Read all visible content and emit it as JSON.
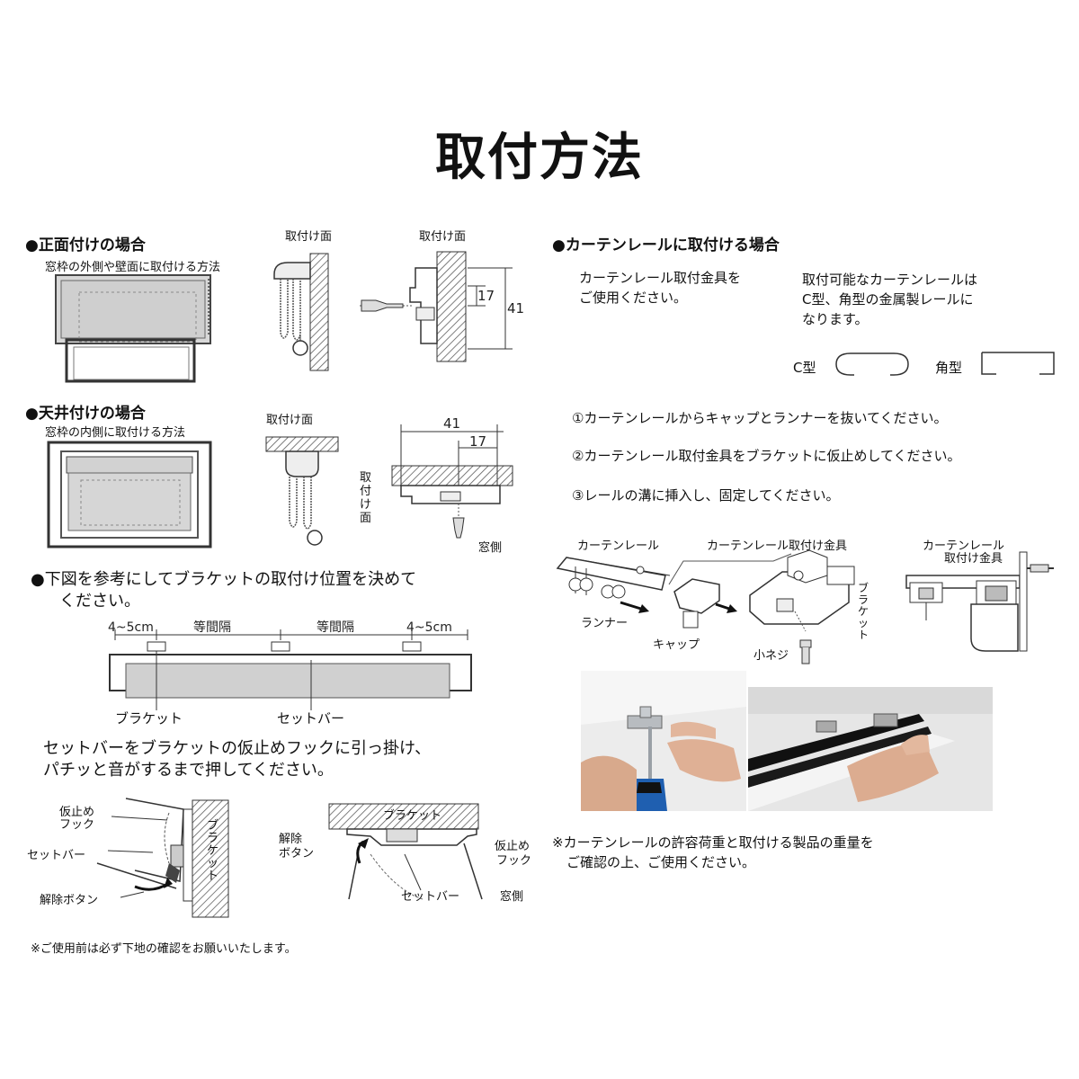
{
  "title": "取付方法",
  "front": {
    "heading": "●正面付けの場合",
    "sub": "窓枠の外側や壁面に取付ける方法",
    "surface_label_a": "取付け面",
    "surface_label_b": "取付け面",
    "dim_17": "17",
    "dim_41": "41"
  },
  "ceiling": {
    "heading": "●天井付けの場合",
    "sub": "窓枠の内側に取付ける方法",
    "surface_label": "取付け面",
    "vertical_label": "取付け面",
    "dim_41": "41",
    "dim_17": "17",
    "window_side": "窓側"
  },
  "bracket_pos": {
    "heading_line1": "●下図を参考にしてブラケットの取付け位置を決めて",
    "heading_line2": "ください。",
    "margin_left": "4~5cm",
    "equal_1": "等間隔",
    "equal_2": "等間隔",
    "margin_right": "4~5cm",
    "bracket_label": "ブラケット",
    "setbar_label": "セットバー"
  },
  "setbar": {
    "line1": "セットバーをブラケットの仮止めフックに引っ掛け、",
    "line2": "パチッと音がするまで押してください。",
    "hook_a": "仮止め",
    "hook_b": "フック",
    "setbar": "セットバー",
    "release": "解除ボタン",
    "bracket_v": "ブラケット",
    "r_release_a": "解除",
    "r_release_b": "ボタン",
    "r_bracket": "ブラケット",
    "r_hook_a": "仮止め",
    "r_hook_b": "フック",
    "r_setbar": "セットバー",
    "r_window": "窓側"
  },
  "footnote_left": "※ご使用前は必ず下地の確認をお願いいたします。",
  "rail": {
    "heading": "●カーテンレールに取付ける場合",
    "note_a1": "カーテンレール取付金具を",
    "note_a2": "ご使用ください。",
    "note_b1": "取付可能なカーテンレールは",
    "note_b2": "C型、角型の金属製レールに",
    "note_b3": "なります。",
    "c_type": "C型",
    "square_type": "角型",
    "step1": "①カーテンレールからキャップとランナーを抜いてください。",
    "step2": "②カーテンレール取付金具をブラケットに仮止めしてください。",
    "step3": "③レールの溝に挿入し、固定してください。",
    "d_rail": "カーテンレール",
    "d_fitting": "カーテンレール取付け金具",
    "d_rail_r1": "カーテンレール",
    "d_rail_r2": "取付け金具",
    "d_runner": "ランナー",
    "d_cap": "キャップ",
    "d_screw": "小ネジ",
    "d_bracket": "ブラケット",
    "footnote_1": "※カーテンレールの許容荷重と取付ける製品の重量を",
    "footnote_2": "ご確認の上、ご使用ください。"
  }
}
